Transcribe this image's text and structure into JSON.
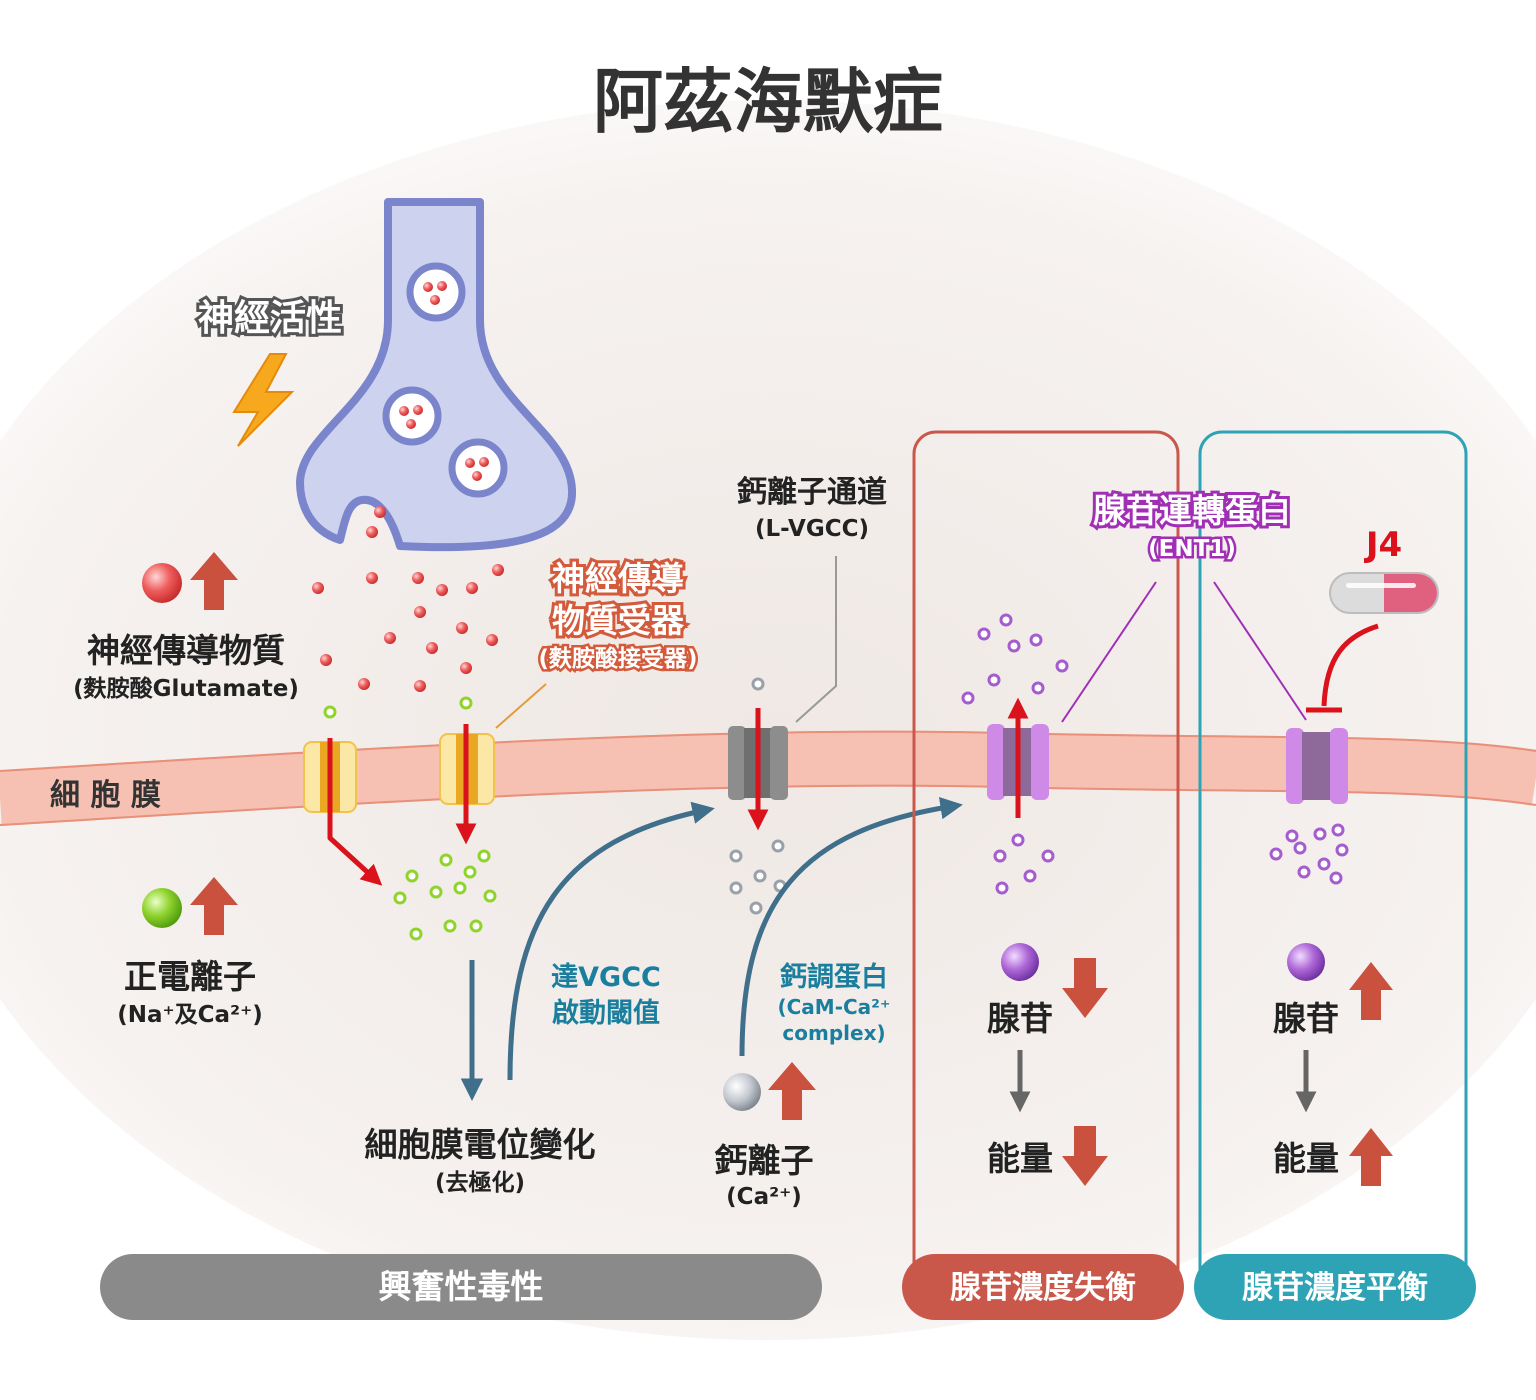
{
  "title": "阿茲海默症",
  "labels": {
    "neural_activity": "神經活性",
    "neurotransmitter": "神經傳導物質",
    "neurotransmitter_sub": "(麩胺酸Glutamate)",
    "receptor_line1": "神經傳導",
    "receptor_line2": "物質受器",
    "receptor_sub": "(麩胺酸接受器)",
    "membrane": "細 胞 膜",
    "cation": "正電離子",
    "cation_sub": "(Na⁺及Ca²⁺)",
    "depolarization": "細胞膜電位變化",
    "depolarization_sub": "(去極化)",
    "vgcc_threshold_line1": "達VGCC",
    "vgcc_threshold_line2": "啟動閾值",
    "ca_channel": "鈣離子通道",
    "ca_channel_sub": "(L-VGCC)",
    "calmodulin": "鈣調蛋白",
    "calmodulin_sub1": "(CaM-Ca²⁺",
    "calmodulin_sub2": "complex)",
    "calcium_ion": "鈣離子",
    "calcium_ion_sub": "(Ca²⁺)",
    "ent1": "腺苷運轉蛋白",
    "ent1_sub": "(ENT1)",
    "j4": "J4",
    "adenosine_left": "腺苷",
    "energy_left": "能量",
    "adenosine_right": "腺苷",
    "energy_right": "能量"
  },
  "footer": {
    "excitotoxicity": "興奮性毒性",
    "imbalance": "腺苷濃度失衡",
    "balance": "腺苷濃度平衡"
  },
  "colors": {
    "title": "#333333",
    "up_arrow": "#c9513e",
    "red_flow": "#d9121b",
    "blue_flow": "#3f6f8a",
    "teal_text": "#1a7f9e",
    "receptor_label": "#d35a3b",
    "purple_label": "#a12fb5",
    "imbalance_box": "#c9584a",
    "balance_box": "#2ea3b6",
    "excitotoxicity_bar": "#8a8a8a",
    "membrane": "#f6c1b2",
    "presynapse_fill": "#cdd3ef",
    "presynapse_stroke": "#7b85cc"
  },
  "icons": {
    "lightning": "lightning-icon",
    "capsule": "capsule-icon"
  }
}
